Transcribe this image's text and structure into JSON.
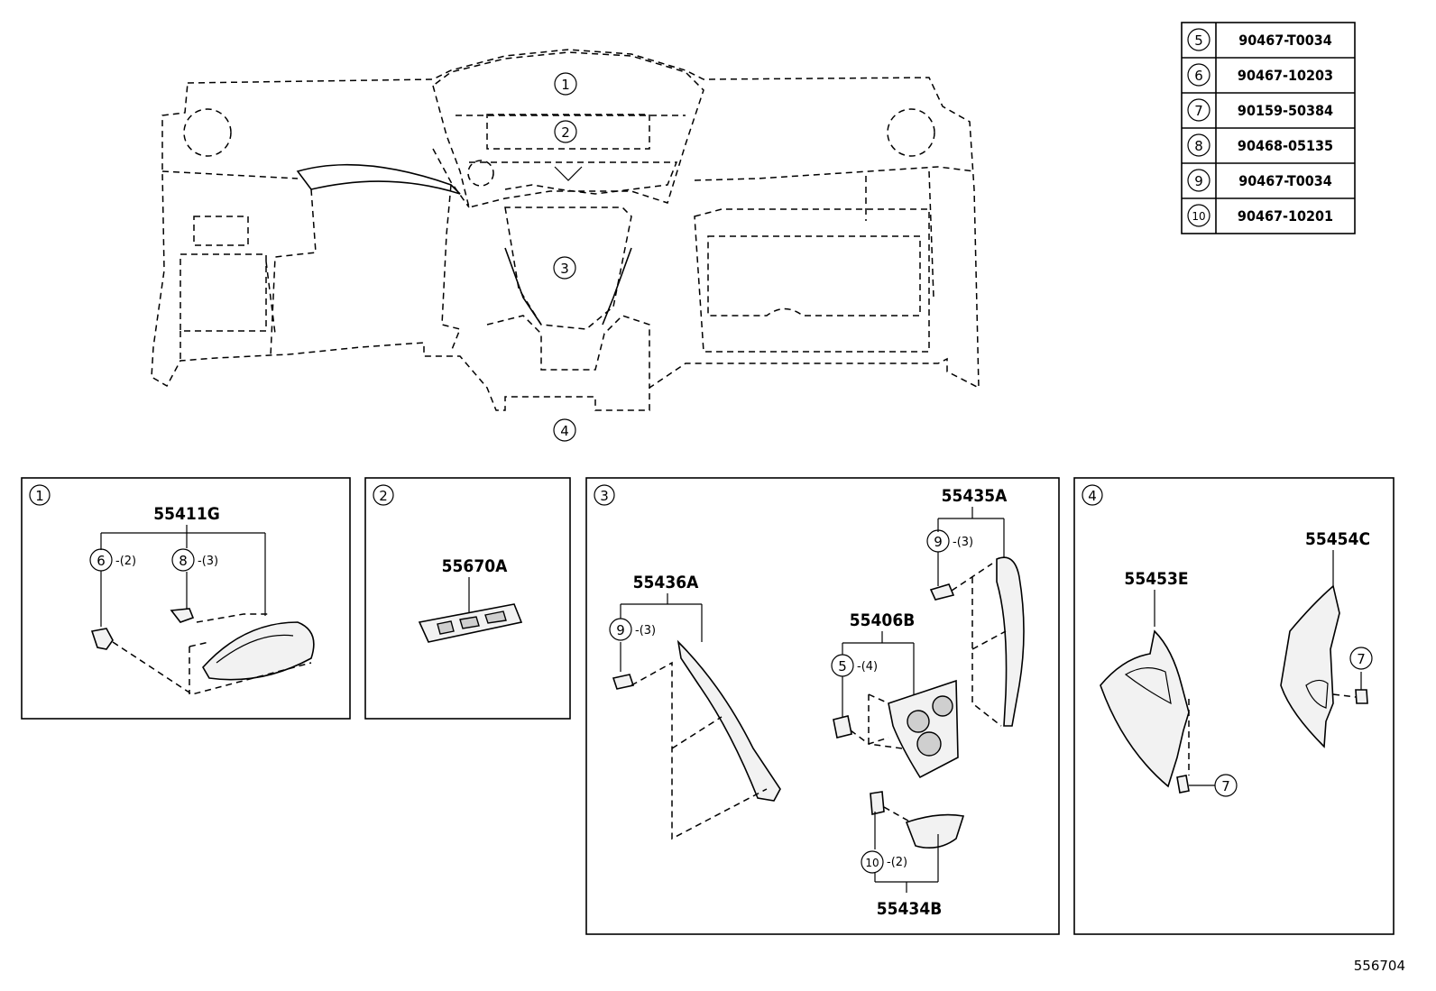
{
  "callout_markers": [
    "1",
    "2",
    "3",
    "4"
  ],
  "fastener_table": [
    {
      "ref": "5",
      "part": "90467-T0034"
    },
    {
      "ref": "6",
      "part": "90467-10203"
    },
    {
      "ref": "7",
      "part": "90159-50384"
    },
    {
      "ref": "8",
      "part": "90468-05135"
    },
    {
      "ref": "9",
      "part": "90467-T0034"
    },
    {
      "ref": "10",
      "part": "90467-10201"
    }
  ],
  "panels": {
    "p1": {
      "marker": "1",
      "part": "55411G",
      "refs": [
        {
          "ref": "6",
          "qty": "-(2)"
        },
        {
          "ref": "8",
          "qty": "-(3)"
        }
      ]
    },
    "p2": {
      "marker": "2",
      "part": "55670A"
    },
    "p3": {
      "marker": "3",
      "parts": {
        "a": "55436A",
        "b": "55435A",
        "c": "55406B",
        "d": "55434B"
      },
      "refs": {
        "a": {
          "ref": "9",
          "qty": "-(3)"
        },
        "b": {
          "ref": "9",
          "qty": "-(3)"
        },
        "c": {
          "ref": "5",
          "qty": "-(4)"
        },
        "d": {
          "ref": "10",
          "qty": "-(2)"
        }
      }
    },
    "p4": {
      "marker": "4",
      "parts": {
        "a": "55453E",
        "b": "55454C"
      },
      "refs": {
        "a": "7",
        "b": "7"
      }
    }
  },
  "figure_number": "556704"
}
